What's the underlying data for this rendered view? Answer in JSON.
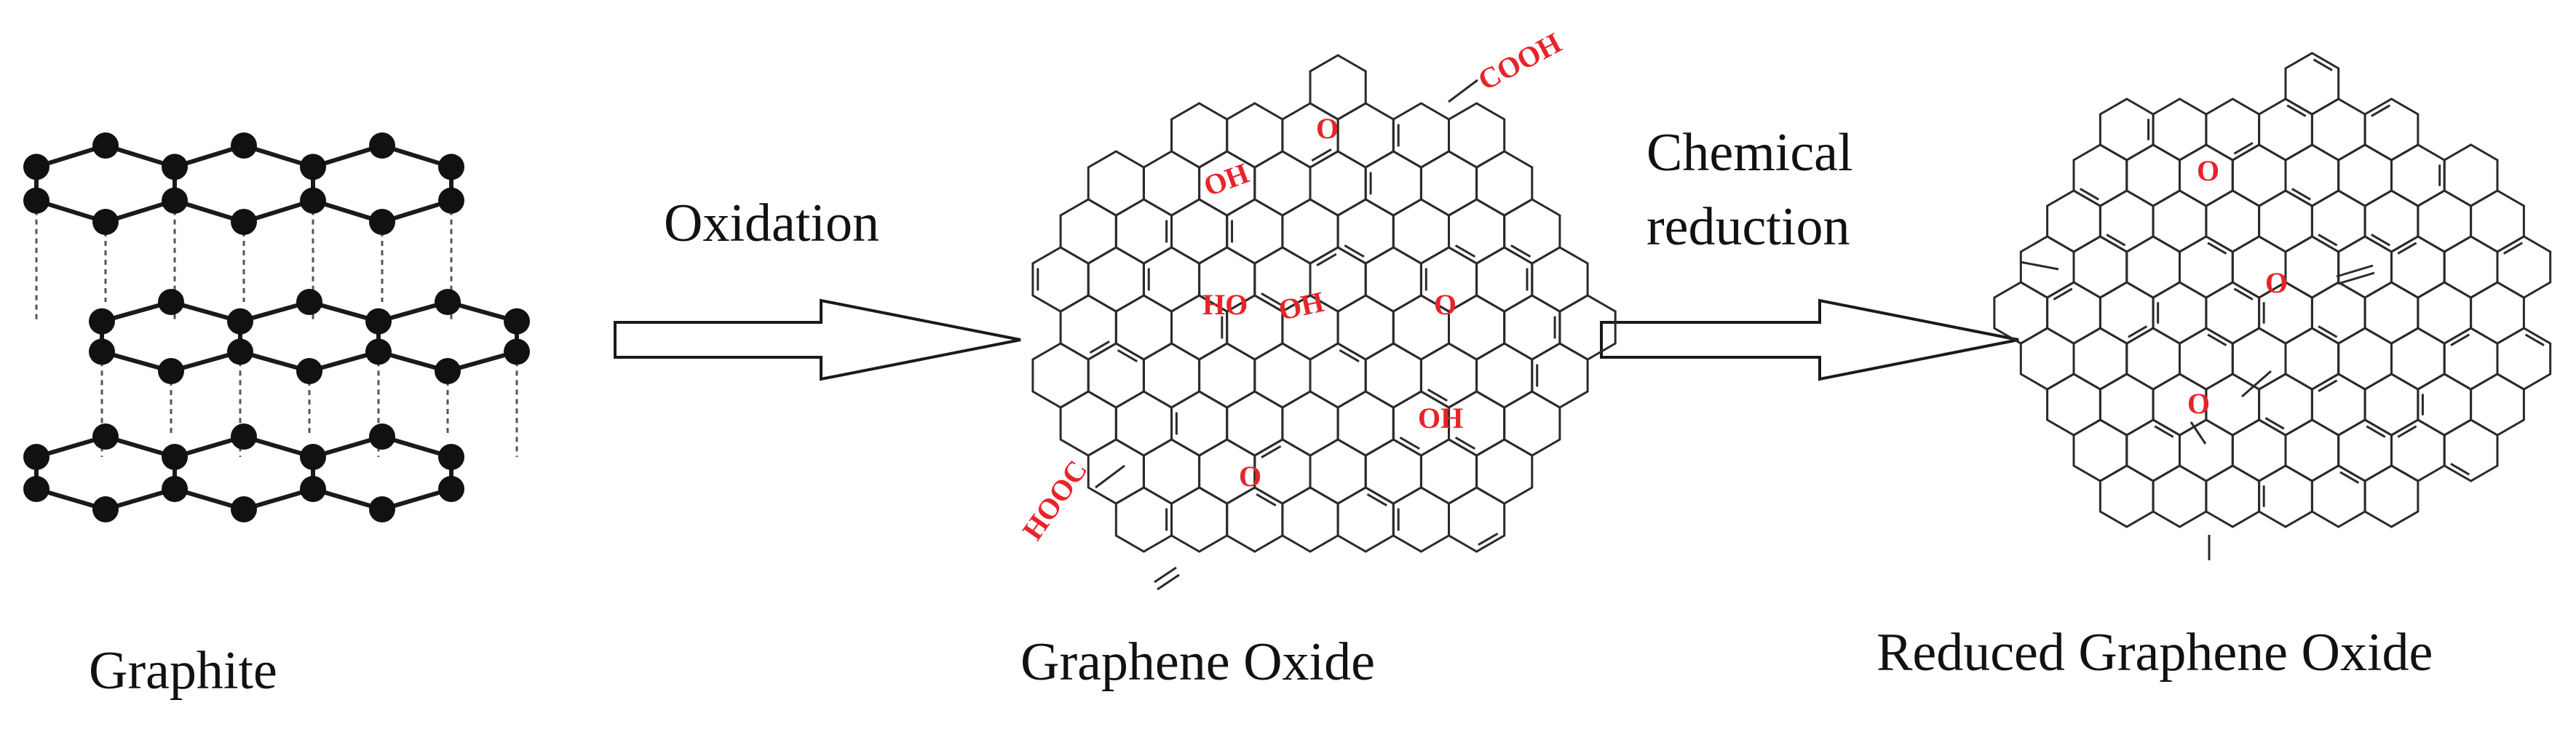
{
  "labels": {
    "graphite": "Graphite",
    "oxidation": "Oxidation",
    "graphene_oxide": "Graphene Oxide",
    "chemical": "Chemical",
    "reduction": "reduction",
    "reduced_graphene_oxide": "Reduced Graphene Oxide"
  },
  "functional_groups": {
    "go": [
      "COOH",
      "O",
      "OH",
      "HO",
      "OH",
      "O",
      "OH",
      "HOOC",
      "O"
    ],
    "rgo": [
      "O",
      "O",
      "O"
    ]
  },
  "colors": {
    "functional_group": "#e8242a",
    "line": "#222222",
    "atom": "#111111"
  }
}
